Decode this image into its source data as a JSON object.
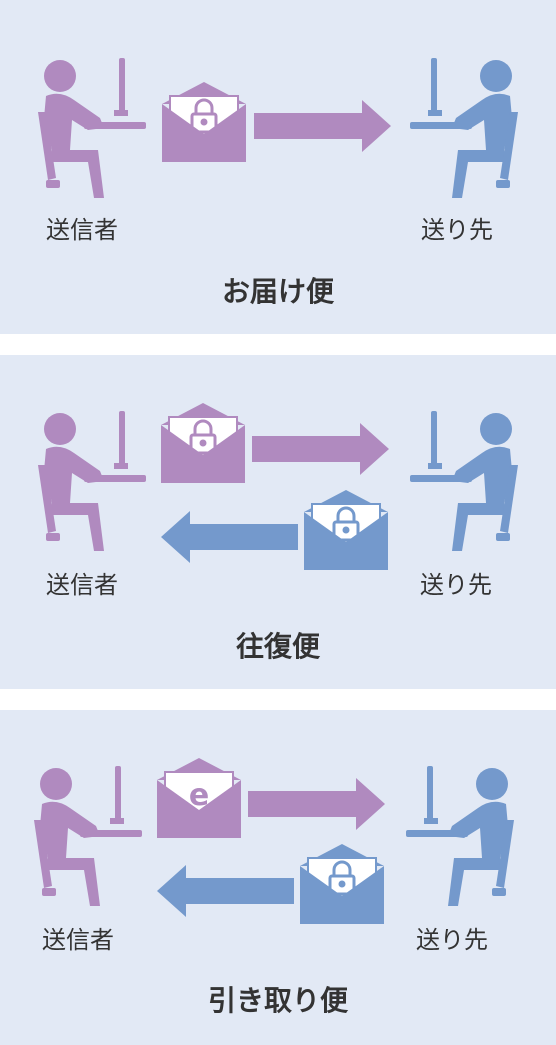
{
  "colors": {
    "background": "#e2e9f5",
    "sender_purple": "#b08abf",
    "recipient_blue": "#7499cc",
    "text": "#333333"
  },
  "panels": [
    {
      "title": "お届け便",
      "sender_label": "送信者",
      "recipient_label": "送り先",
      "flows": [
        {
          "direction": "sender-to-recipient",
          "envelope_icon": "lock-icon",
          "color": "#b08abf"
        }
      ]
    },
    {
      "title": "往復便",
      "sender_label": "送信者",
      "recipient_label": "送り先",
      "flows": [
        {
          "direction": "sender-to-recipient",
          "envelope_icon": "lock-icon",
          "color": "#b08abf"
        },
        {
          "direction": "recipient-to-sender",
          "envelope_icon": "lock-icon",
          "color": "#7499cc"
        }
      ]
    },
    {
      "title": "引き取り便",
      "sender_label": "送信者",
      "recipient_label": "送り先",
      "flows": [
        {
          "direction": "sender-to-recipient",
          "envelope_icon": "e-icon",
          "envelope_letter": "e",
          "color": "#b08abf"
        },
        {
          "direction": "recipient-to-sender",
          "envelope_icon": "lock-icon",
          "color": "#7499cc"
        }
      ]
    }
  ]
}
